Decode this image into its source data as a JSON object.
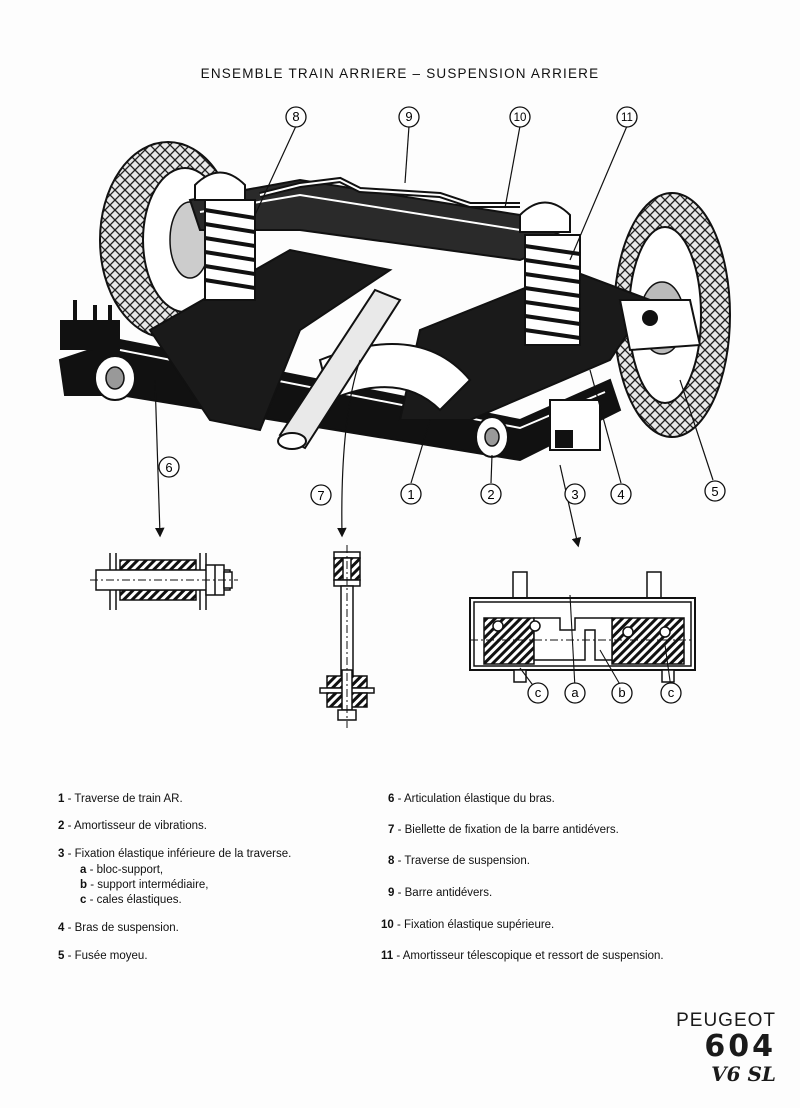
{
  "title": "ENSEMBLE TRAIN ARRIERE – SUSPENSION ARRIERE",
  "callouts": {
    "c1": "1",
    "c2": "2",
    "c3": "3",
    "c4": "4",
    "c5": "5",
    "c6": "6",
    "c7": "7",
    "c8": "8",
    "c9": "9",
    "c10": "10",
    "c11": "11",
    "ca": "a",
    "cb": "b",
    "cc1": "c",
    "cc2": "c"
  },
  "legend_left": [
    {
      "num": "1",
      "text": "Traverse de train AR."
    },
    {
      "num": "2",
      "text": "Amortisseur de vibrations."
    },
    {
      "num": "3",
      "text": "Fixation élastique inférieure de la traverse."
    },
    {
      "num": "4",
      "text": "Bras de suspension."
    },
    {
      "num": "5",
      "text": "Fusée moyeu."
    }
  ],
  "legend_sub": [
    {
      "letter": "a",
      "text": "bloc-support,"
    },
    {
      "letter": "b",
      "text": "support intermédiaire,"
    },
    {
      "letter": "c",
      "text": "cales élastiques."
    }
  ],
  "legend_right": [
    {
      "num": "6",
      "text": "Articulation élastique du bras."
    },
    {
      "num": "7",
      "text": "Biellette de fixation de la barre antidévers."
    },
    {
      "num": "8",
      "text": "Traverse de suspension."
    },
    {
      "num": "9",
      "text": "Barre antidévers."
    },
    {
      "num": "10",
      "text": "Fixation élastique supérieure."
    },
    {
      "num": "11",
      "text": "Amortisseur télescopique et ressort de suspension."
    }
  ],
  "brand": {
    "name": "PEUGEOT",
    "model": "604",
    "trim": "V6 SL"
  }
}
